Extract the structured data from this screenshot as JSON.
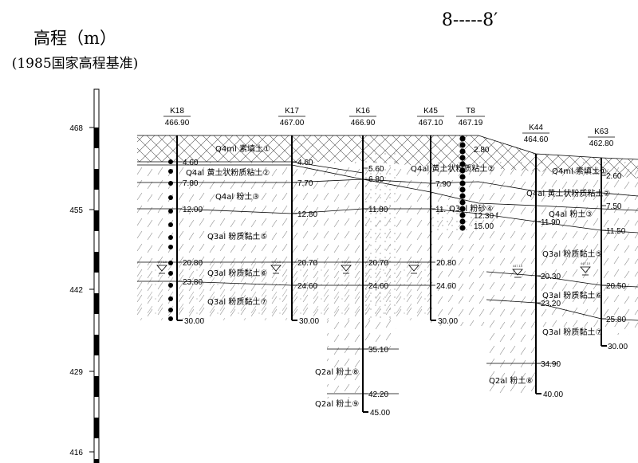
{
  "section_title": "8-----8′",
  "elevation_axis": {
    "title": "高程（m）",
    "subtitle": "(1985国家高程基准)",
    "ticks": [
      "468",
      "455",
      "442",
      "429",
      "416"
    ]
  },
  "boreholes": [
    {
      "id": "K18",
      "elevation": "466.90",
      "depths": [
        "4.60",
        "7.80",
        "12.00",
        "20.80",
        "23.80",
        "30.00"
      ],
      "water": "447.10"
    },
    {
      "id": "K17",
      "elevation": "467.00",
      "depths": [
        "4.60",
        "7.70",
        "12.80",
        "20.70",
        "24.60",
        "30.00"
      ],
      "water": "447.10"
    },
    {
      "id": "K16",
      "elevation": "466.90",
      "depths": [
        "5.60",
        "6.80",
        "11.80",
        "20.70",
        "24.60",
        "35.10",
        "42.20",
        "45.00"
      ],
      "water": "447.10"
    },
    {
      "id": "K45",
      "elevation": "467.10",
      "depths": [
        "7.90",
        "11.",
        "20.80",
        "24.60",
        "30.00"
      ],
      "water": "447.10"
    },
    {
      "id": "T8",
      "elevation": "467.19",
      "depths": [
        "2.80",
        "15.00"
      ],
      "water": ""
    },
    {
      "id": "K44",
      "elevation": "464.60",
      "depths": [
        "11.90",
        "20.30",
        "23.20",
        "34.90",
        "40.00"
      ],
      "water": "447.10"
    },
    {
      "id": "K63",
      "elevation": "462.80",
      "depths": [
        "2.60",
        "7.50",
        "11.50",
        "20.50",
        "25.80",
        "30.00"
      ],
      "water": "447.10"
    }
  ],
  "layers": [
    {
      "code": "Q4ml",
      "name": "素填土",
      "num": "①"
    },
    {
      "code": "Q4al",
      "name": "黄土状粉质粘土",
      "num": "②"
    },
    {
      "code": "Q4al",
      "name": "粉土",
      "num": "③"
    },
    {
      "code": "Q3al",
      "name": "粉砂",
      "num": "④"
    },
    {
      "code": "Q3al",
      "name": "粉质黏土",
      "num": "⑤"
    },
    {
      "code": "Q3al",
      "name": "粉质黏土",
      "num": "⑥"
    },
    {
      "code": "Q3al",
      "name": "粉质黏土",
      "num": "⑦"
    },
    {
      "code": "Q2al",
      "name": "粉土",
      "num": "⑧"
    },
    {
      "code": "Q2al",
      "name": "粉土",
      "num": "⑨"
    }
  ],
  "t8_depth_fragment": "12.30 f",
  "colors": {
    "line": "#000000",
    "hatch": "#555555"
  }
}
